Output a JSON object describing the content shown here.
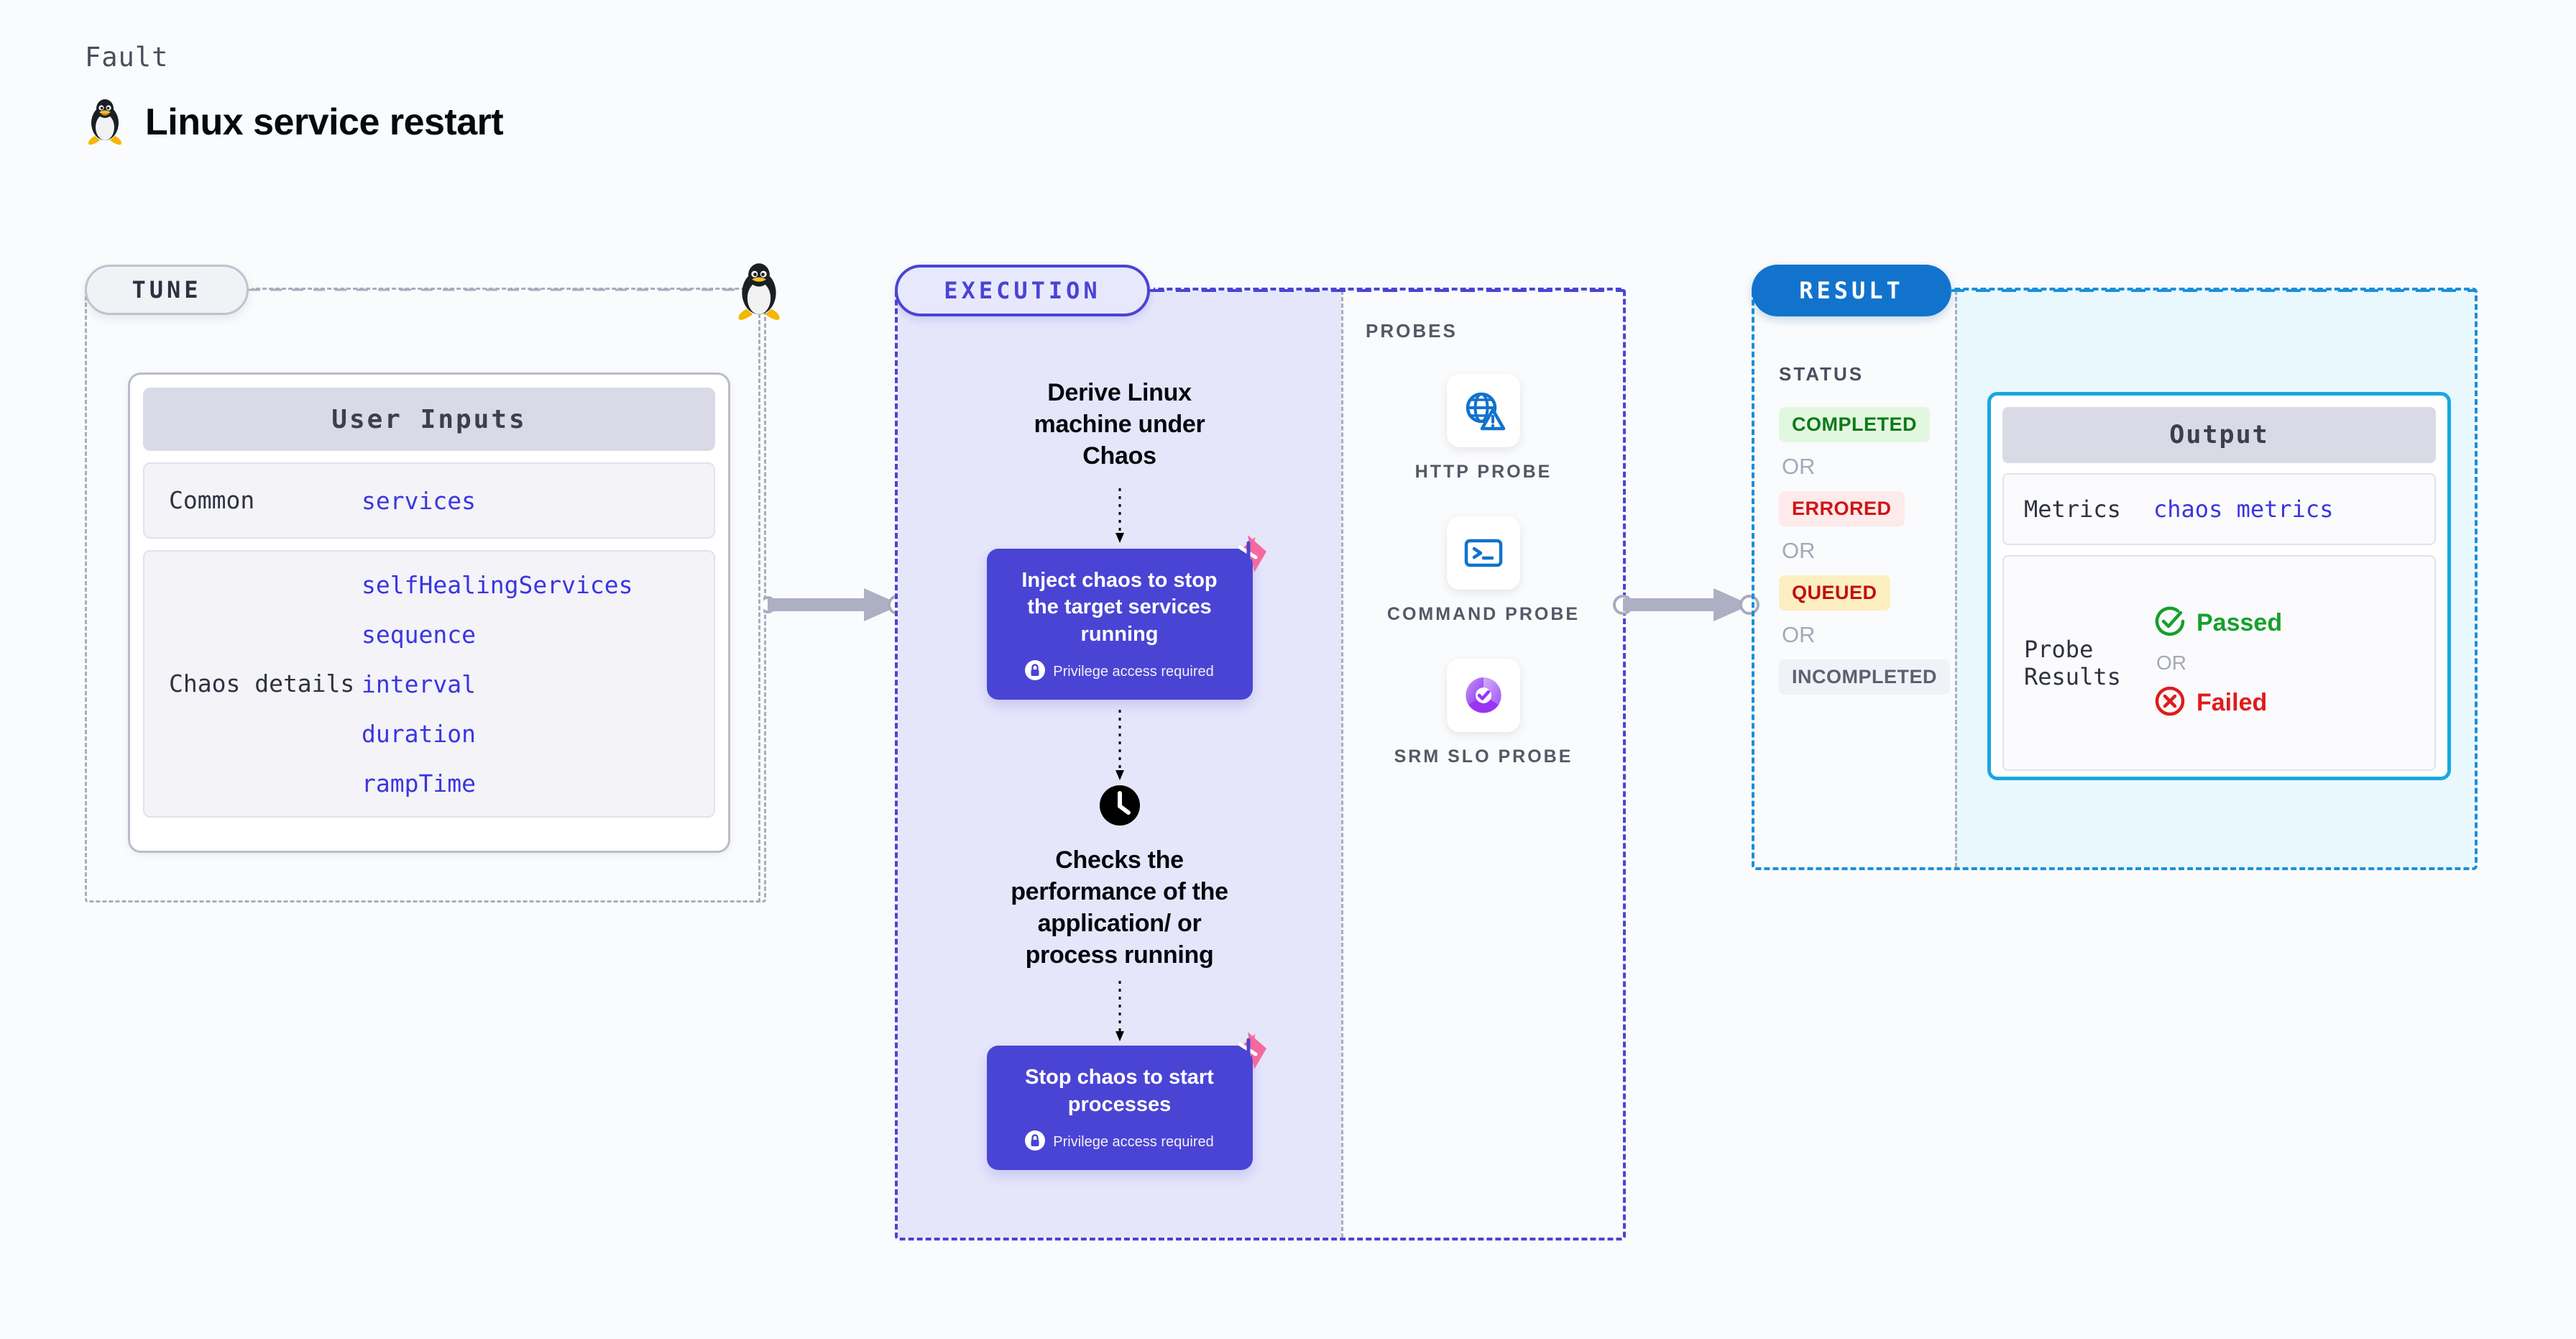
{
  "header": {
    "kicker": "Fault",
    "title": "Linux service restart",
    "icon": "linux-penguin-icon"
  },
  "sections": {
    "tune": {
      "pill_label": "TUNE"
    },
    "execution": {
      "pill_label": "EXECUTION"
    },
    "result": {
      "pill_label": "RESULT"
    }
  },
  "tune": {
    "card_title": "User Inputs",
    "rows": [
      {
        "key": "Common",
        "values": [
          "services"
        ]
      },
      {
        "key": "Chaos details",
        "values": [
          "selfHealingServices",
          "sequence",
          "interval",
          "duration",
          "rampTime"
        ]
      }
    ]
  },
  "execution": {
    "flow": {
      "step_title": "Derive Linux machine under Chaos",
      "chaos_step_1": "Inject chaos to stop the target services running",
      "privilege_note_1": "Privilege access required",
      "check_step": "Checks the performance of the application/ or process running",
      "chaos_step_2": "Stop chaos to start processes",
      "privilege_note_2": "Privilege access required"
    },
    "icons": {
      "clock": "clock-icon",
      "lock": "lock-icon",
      "harness": "harness-logo-icon"
    }
  },
  "probes": {
    "label": "PROBES",
    "items": [
      {
        "name": "HTTP PROBE",
        "icon": "globe-warning-icon"
      },
      {
        "name": "COMMAND PROBE",
        "icon": "terminal-icon"
      },
      {
        "name": "SRM SLO PROBE",
        "icon": "slo-donut-check-icon"
      }
    ]
  },
  "result": {
    "status_label": "STATUS",
    "or_label": "OR",
    "statuses": [
      {
        "label": "COMPLETED",
        "color": "#0d7a18",
        "bg": "#e2f7e0"
      },
      {
        "label": "ERRORED",
        "color": "#d01414",
        "bg": "#fdeaea"
      },
      {
        "label": "QUEUED",
        "color": "#c01010",
        "bg": "#fdeec2"
      },
      {
        "label": "INCOMPLETED",
        "color": "#5c6070",
        "bg": "#f1f2f7"
      }
    ],
    "output": {
      "title": "Output",
      "metrics_key": "Metrics",
      "metrics_value": "chaos metrics",
      "probe_results_key": "Probe Results",
      "passed_label": "Passed",
      "failed_label": "Failed",
      "or_label": "OR",
      "passed_icon": "check-circle-icon",
      "failed_icon": "x-circle-icon"
    }
  },
  "colors": {
    "purple": "#4a44d4",
    "blue": "#1273cc",
    "cyan": "#19a8e0",
    "pink": "#f5699e",
    "green": "#16a02c",
    "red": "#e01b1b",
    "page_bg": "#fafbfc"
  }
}
